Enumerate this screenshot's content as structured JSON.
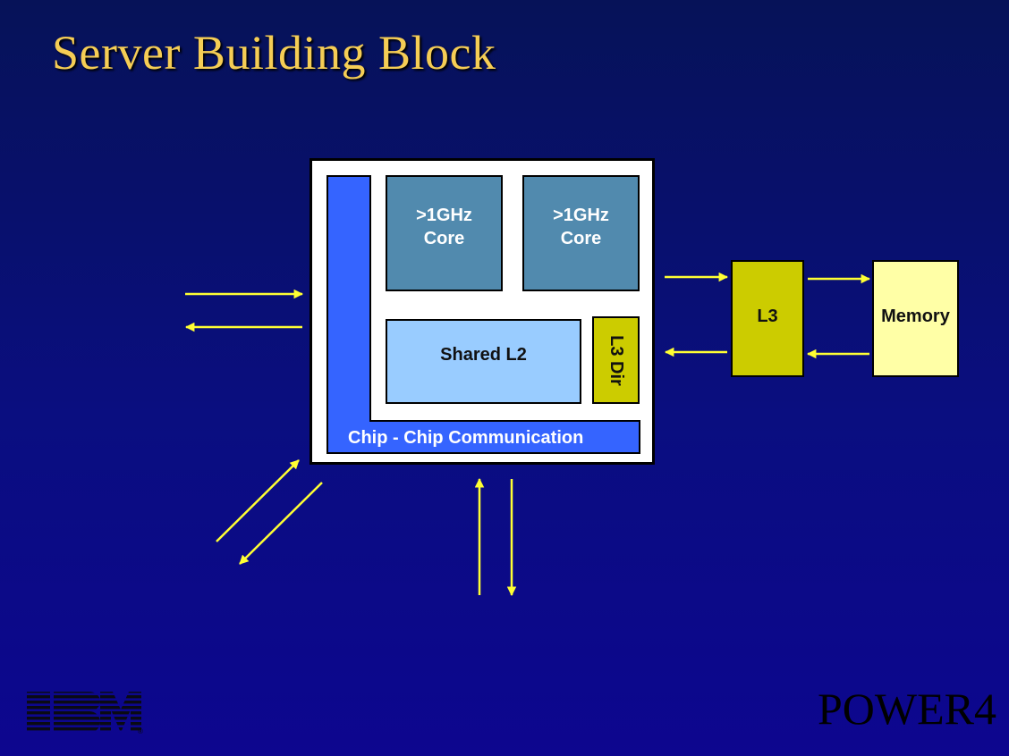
{
  "slide": {
    "title": "Server Building Block",
    "footer_right": "POWER4",
    "logo_text": "IBM"
  },
  "diagram": {
    "core_left": {
      "line1": ">1GHz",
      "line2": "Core"
    },
    "core_right": {
      "line1": ">1GHz",
      "line2": "Core"
    },
    "shared_l2": "Shared L2",
    "l3_dir": "L3 Dir",
    "chip_comm": "Chip - Chip Communication",
    "l3": "L3",
    "memory": "Memory"
  },
  "colors": {
    "title": "#f5cd55",
    "arrow": "#ffff33",
    "core": "#518aae",
    "l2": "#99ccff",
    "l3": "#cccc00",
    "memory": "#ffffa6",
    "comm": "#3564ff"
  }
}
